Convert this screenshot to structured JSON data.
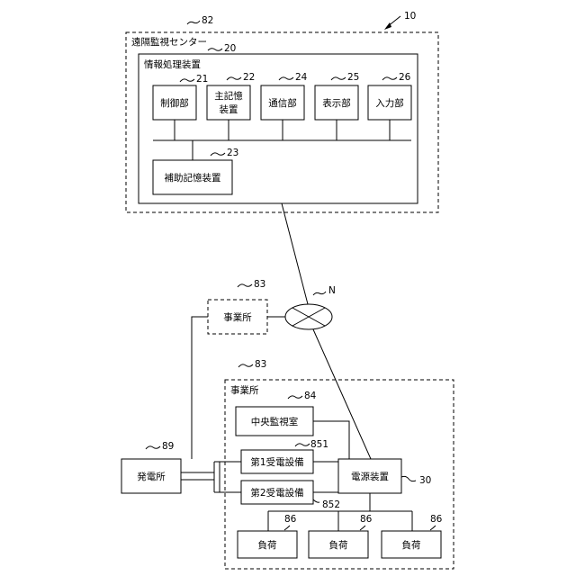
{
  "system_ref": "10",
  "center": {
    "ref": "82",
    "title": "遠隔監視センター",
    "device": {
      "ref": "20",
      "title": "情報処理装置",
      "units": [
        {
          "ref": "21",
          "label": "制御部"
        },
        {
          "ref": "22",
          "label_line1": "主記憶",
          "label_line2": "装置"
        },
        {
          "ref": "24",
          "label": "通信部"
        },
        {
          "ref": "25",
          "label": "表示部"
        },
        {
          "ref": "26",
          "label": "入力部"
        }
      ],
      "aux": {
        "ref": "23",
        "label": "補助記憶装置"
      }
    }
  },
  "network": {
    "ref": "N"
  },
  "office_top": {
    "ref": "83",
    "label": "事業所"
  },
  "office_main": {
    "ref": "83",
    "title": "事業所",
    "central_room": {
      "ref": "84",
      "label": "中央監視室"
    },
    "equip1": {
      "ref": "851",
      "label": "第1受電設備"
    },
    "equip2": {
      "ref": "852",
      "label": "第2受電設備"
    },
    "power": {
      "ref": "30",
      "label": "電源装置"
    },
    "loads": [
      {
        "ref": "86",
        "label": "負荷"
      },
      {
        "ref": "86",
        "label": "負荷"
      },
      {
        "ref": "86",
        "label": "負荷"
      }
    ]
  },
  "plant": {
    "ref": "89",
    "label": "発電所"
  }
}
